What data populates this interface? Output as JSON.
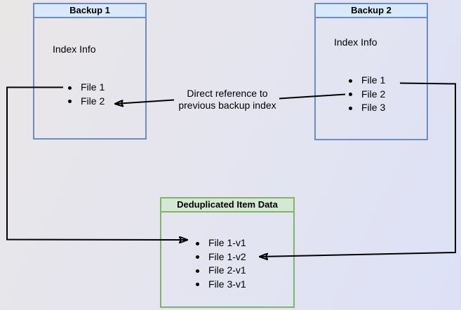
{
  "diagram": {
    "backup1": {
      "title": "Backup 1",
      "subtitle": "Index Info",
      "files": [
        "File 1",
        "File 2"
      ]
    },
    "backup2": {
      "title": "Backup 2",
      "subtitle": "Index Info",
      "files": [
        "File 1",
        "File 2",
        "File 3"
      ]
    },
    "dedup": {
      "title": "Deduplicated Item Data",
      "files": [
        "File 1-v1",
        "File 1-v2",
        "File 2-v1",
        "File 3-v1"
      ]
    },
    "edge_label": "Direct reference to previous backup index",
    "colors": {
      "blue_fill": "#dae8fc",
      "blue_border": "#6c8ebf",
      "green_fill": "#d5e8d4",
      "green_border": "#82b366",
      "arrow": "#000000",
      "background_start": "#e9e6e6",
      "background_end": "#dde1f6"
    }
  }
}
